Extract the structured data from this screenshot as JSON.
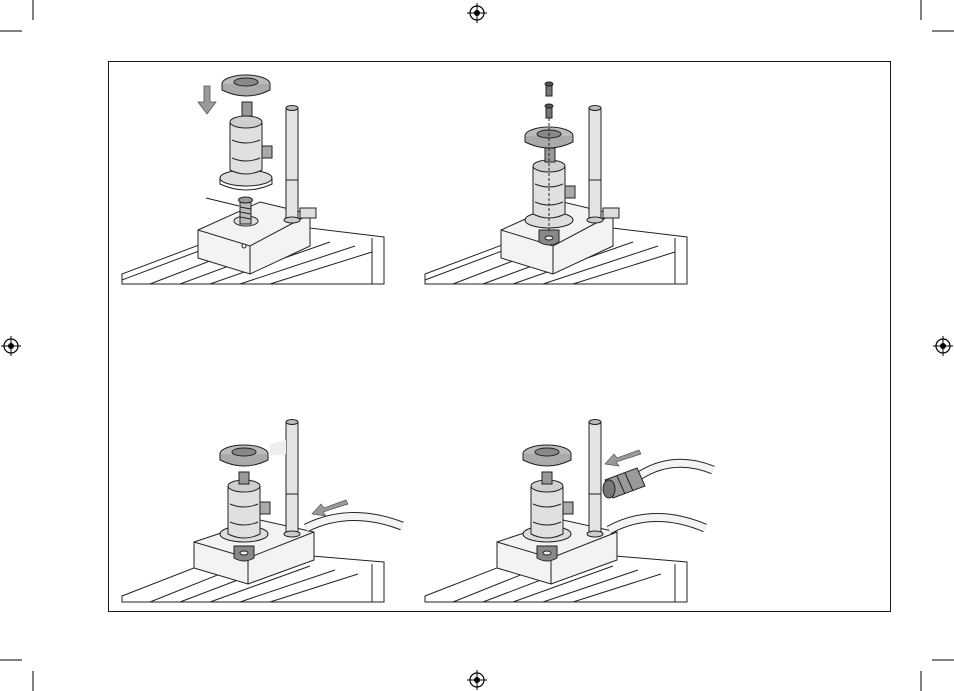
{
  "page": {
    "background": "#ffffff",
    "frame_color": "#1a1a1a",
    "line_color": "#222222",
    "metal_light": "#e8e8e8",
    "metal_mid": "#bdbdbd",
    "metal_dark": "#8a8a8a",
    "arrow_color": "#9a9a9a"
  },
  "steps": [
    {
      "id": 1,
      "description_icons": [
        "plate-icon",
        "sensor-head-icon",
        "mounting-screw-icon",
        "down-arrow-icon",
        "rail-table-icon",
        "guide-rod-icon"
      ]
    },
    {
      "id": 2,
      "description_icons": [
        "plate-icon",
        "sensor-head-icon",
        "fixing-screws-icon",
        "rail-table-icon",
        "guide-rod-icon"
      ]
    },
    {
      "id": 3,
      "description_icons": [
        "plate-icon",
        "sensor-head-icon",
        "cable-icon",
        "arrow-icon",
        "rail-table-icon",
        "guide-rod-icon"
      ]
    },
    {
      "id": 4,
      "description_icons": [
        "plate-icon",
        "sensor-head-icon",
        "connector-plug-icon",
        "arrow-icon",
        "rail-table-icon",
        "guide-rod-icon"
      ]
    }
  ]
}
